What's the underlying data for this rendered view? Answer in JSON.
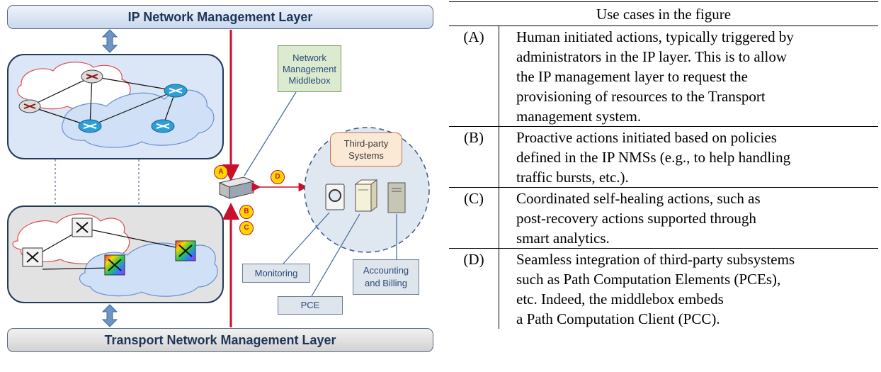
{
  "diagram": {
    "ip_layer_title": "IP Network Management Layer",
    "transport_layer_title": "Transport Network Management Layer",
    "middlebox_label": "Network\nManagement\nMiddlebox",
    "third_party_label": "Third-party\nSystems",
    "monitoring_label": "Monitoring",
    "pce_label": "PCE",
    "accounting_label": "Accounting\nand Billing",
    "markers": {
      "a": "A",
      "b": "B",
      "c": "C",
      "d": "D"
    },
    "colors": {
      "signal_arrow": "#c8102e",
      "updown_arrow": "#6d94c2",
      "marker_fill": "#ffd800"
    }
  },
  "table": {
    "header": "Use cases in the figure",
    "rows": [
      {
        "code": "(A)",
        "text": "Human initiated actions, typically triggered by\nadministrators in the IP layer. This is to allow\nthe IP management layer to request the\nprovisioning of resources to the Transport\nmanagement system."
      },
      {
        "code": "(B)",
        "text": "Proactive actions initiated based on policies\ndefined in the IP NMSs (e.g., to help handling\ntraffic bursts, etc.)."
      },
      {
        "code": "(C)",
        "text": "Coordinated self-healing actions, such as\npost-recovery actions supported through\nsmart analytics."
      },
      {
        "code": "(D)",
        "text": "Seamless integration of third-party subsystems\nsuch as Path Computation Elements (PCEs),\netc. Indeed, the middlebox embeds\na Path Computation Client (PCC)."
      }
    ]
  }
}
